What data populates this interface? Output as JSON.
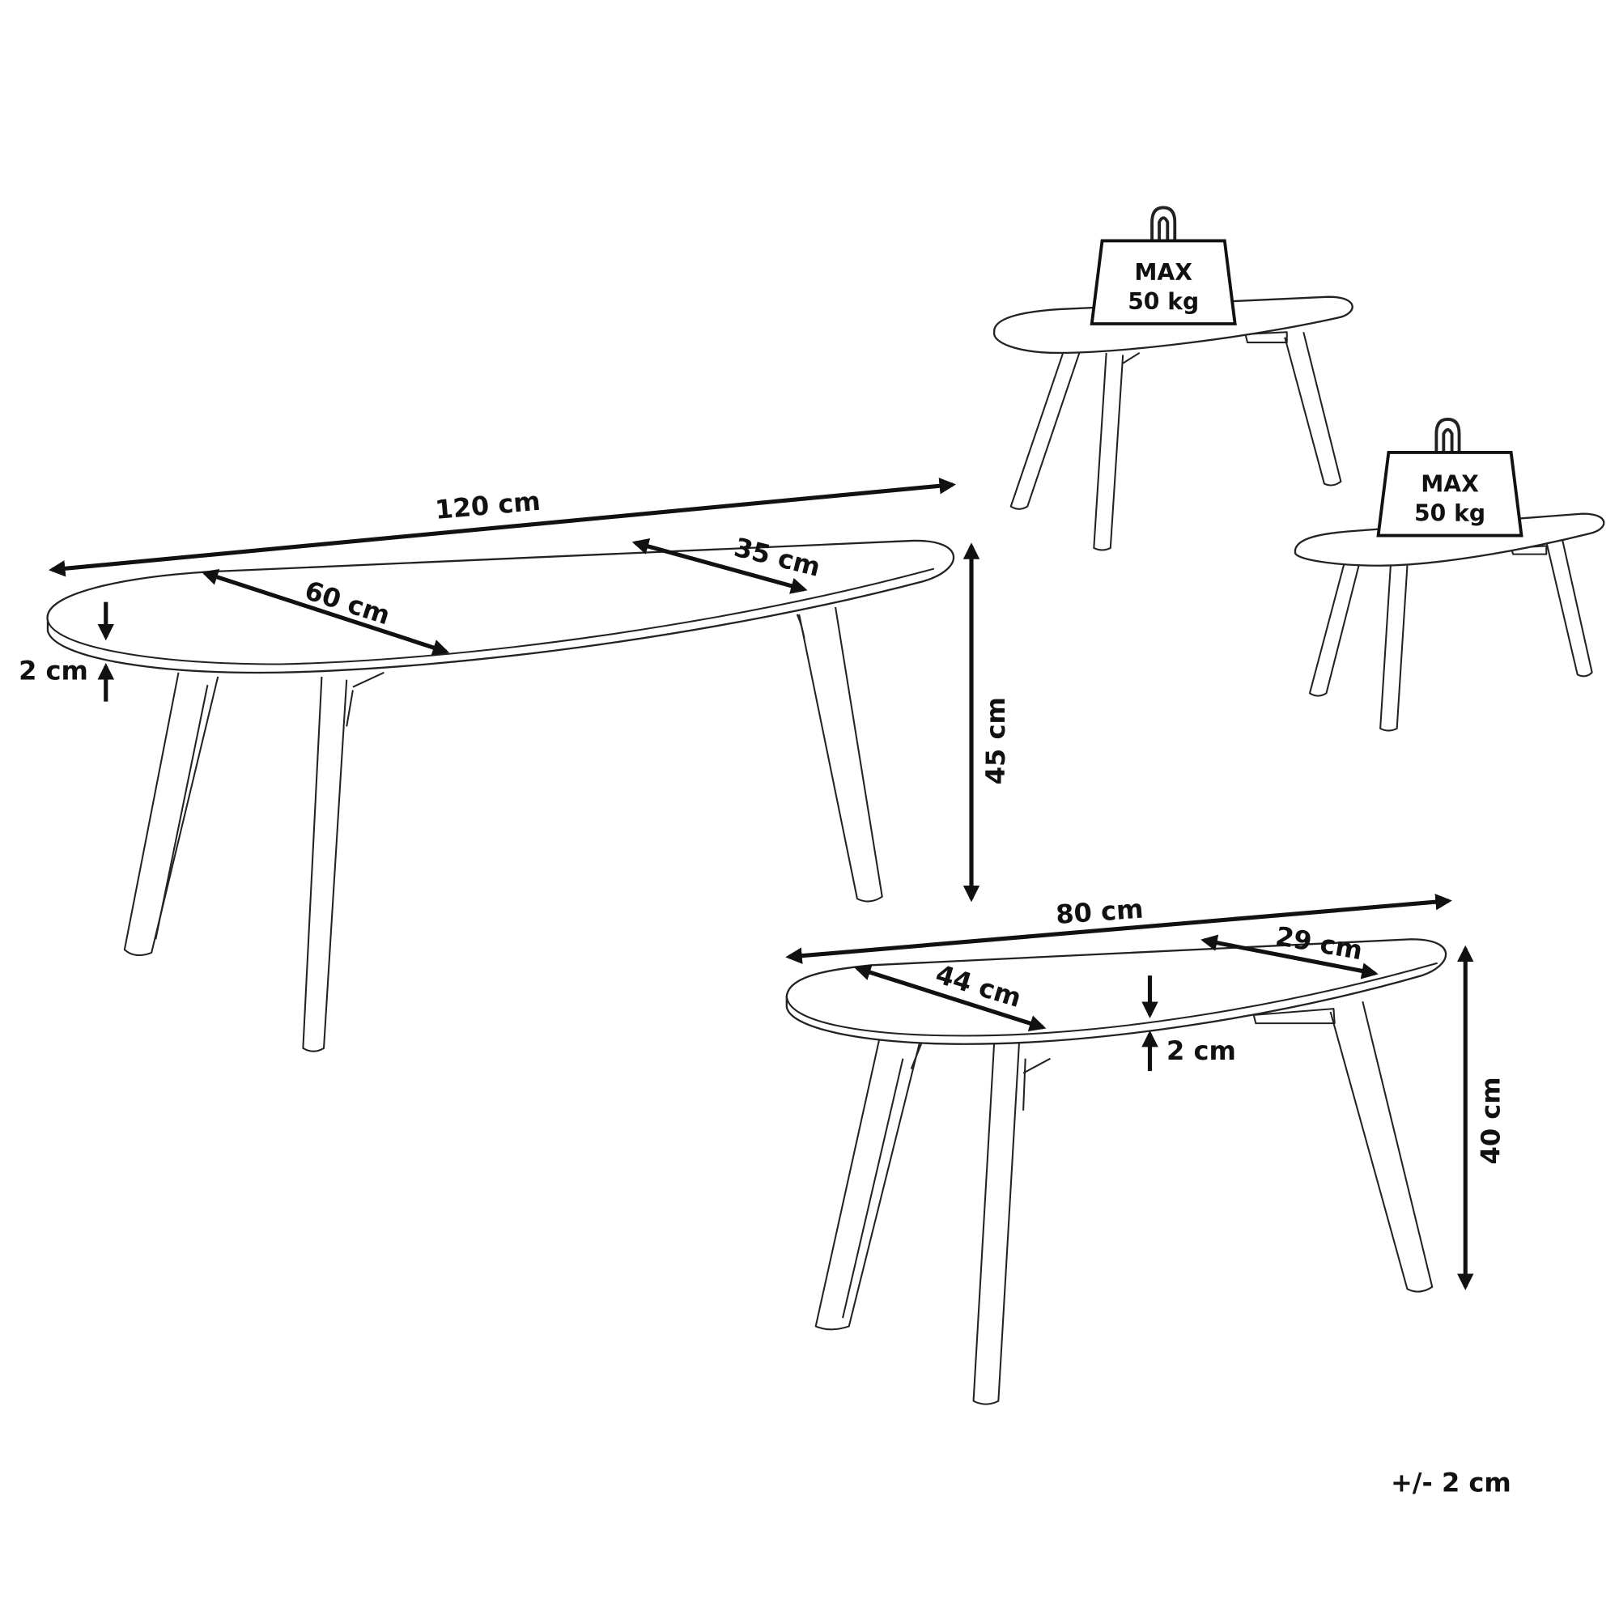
{
  "large_table": {
    "length": "120 cm",
    "width": "60 cm",
    "narrow_width": "35 cm",
    "height": "45 cm",
    "top_thickness": "2 cm"
  },
  "small_table": {
    "length": "80 cm",
    "width": "44 cm",
    "narrow_width": "29 cm",
    "height": "40 cm",
    "top_thickness": "2 cm"
  },
  "load_badges": [
    {
      "line1": "MAX",
      "line2": "50 kg"
    },
    {
      "line1": "MAX",
      "line2": "50 kg"
    }
  ],
  "tolerance": "+/- 2 cm"
}
